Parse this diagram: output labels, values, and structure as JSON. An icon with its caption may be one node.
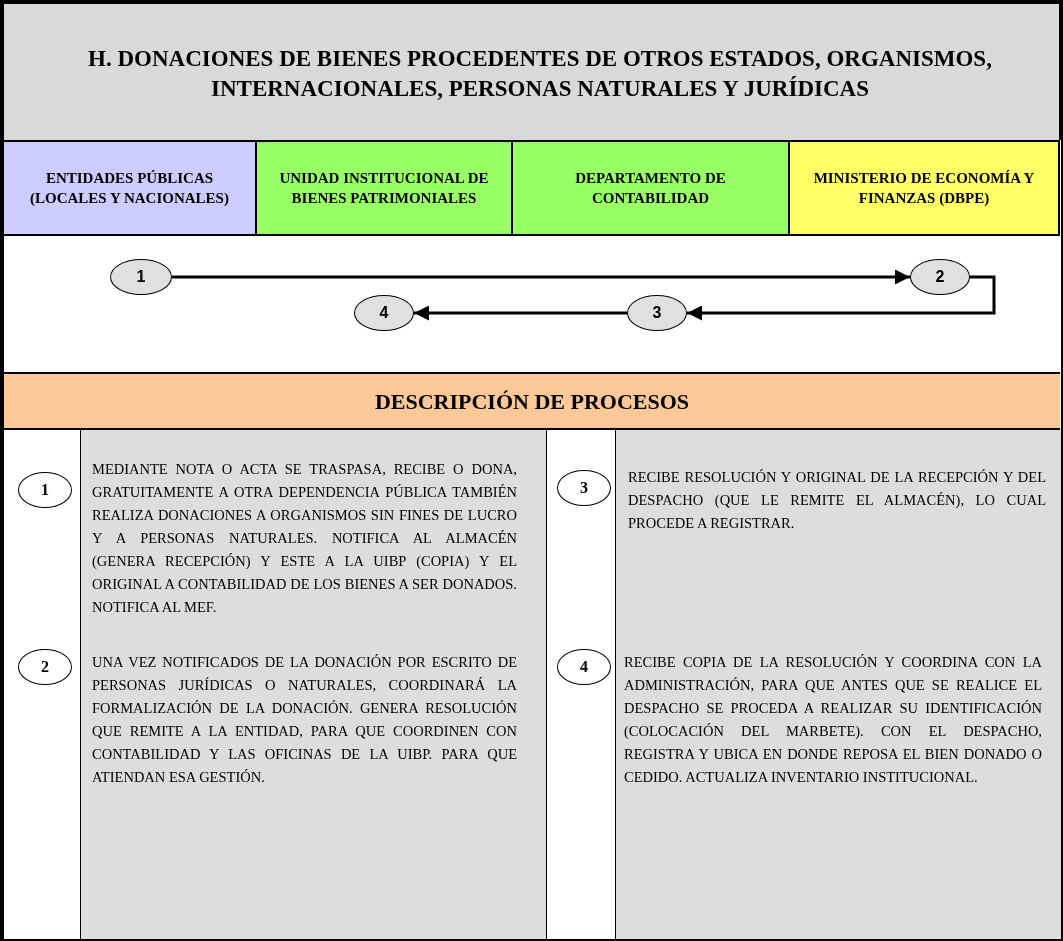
{
  "diagram": {
    "title": "H. DONACIONES DE  BIENES PROCEDENTES DE OTROS  ESTADOS, ORGANISMOS, INTERNACIONALES, PERSONAS  NATURALES  Y  JURÍDICAS",
    "nodes": [
      {
        "text": [
          "ENTIDADES PÚBLICAS (LOCALES Y NACIONALES)"
        ]
      },
      {
        "text": [
          "UNIDAD INSTITUCIONAL DE BIENES  PATRIMONIALES"
        ]
      },
      {
        "text": [
          "DEPARTAMENTO DE CONTABILIDAD"
        ]
      },
      {
        "text": [
          "MINISTERIO DE ECONOMÍA Y FINANZAS (DBPE)"
        ]
      },
      {
        "text": [
          "1"
        ]
      },
      {
        "text": [
          "2"
        ]
      },
      {
        "text": [
          "3"
        ]
      },
      {
        "text": [
          "4"
        ]
      },
      {
        "text": [
          "DESCRIPCIÓN DE PROCESOS"
        ]
      },
      {
        "text": [
          "1"
        ],
        "beside": [
          "MEDIANTE NOTA O ACTA SE TRASPASA, RECIBE  O DONA,  GRATUITAMENTE A OTRA DEPENDENCIA PÚBLICA TAMBIÉN  REALIZA DONACIONES A ORGANISMOS SIN FINES DE LUCRO Y A PERSONAS NATURALES. NOTIFICA AL  ALMACÉN (GENERA RECEPCIÓN) Y ESTE A LA UIBP (COPIA) Y EL ORIGINAL A CONTABILIDAD DE LOS BIENES A SER DONADOS.  NOTIFICA AL MEF."
        ]
      },
      {
        "text": [
          "2"
        ],
        "beside": [
          "UNA VEZ NOTIFICADOS DE LA DONACIÓN POR ESCRITO DE PERSONAS JURÍDICAS O NATURALES, COORDINARÁ LA FORMALIZACIÓN DE LA DONACIÓN. GENERA RESOLUCIÓN QUE REMITE A LA ENTIDAD, PARA QUE COORDINEN CON CONTABILIDAD Y LAS OFICINAS DE LA UIBP. PARA QUE ATIENDAN ESA GESTIÓN."
        ]
      },
      {
        "text": [
          "3"
        ],
        "beside": [
          "RECIBE  RESOLUCIÓN  Y ORIGINAL DE LA RECEPCIÓN Y DEL DESPACHO (QUE LE REMITE EL  ALMACÉN), LO CUAL  PROCEDE A REGISTRAR."
        ]
      },
      {
        "text": [
          "4"
        ],
        "beside": [
          "RECIBE COPIA DE LA RESOLUCIÓN Y COORDINA CON LA ADMINISTRACIÓN, PARA QUE ANTES QUE SE REALICE EL DESPACHO  SE PROCEDA A REALIZAR SU IDENTIFICACIÓN (COLOCACIÓN DEL MARBETE).  CON EL DESPACHO, REGISTRA Y UBICA EN DONDE REPOSA EL BIEN DONADO O CEDIDO.  ACTUALIZA  INVENTARIO INSTITUCIONAL."
        ]
      }
    ],
    "edges": [
      {
        "from": 4,
        "to": 5,
        "arrow": "to"
      },
      {
        "from": 5,
        "to": 6,
        "arrow": "to"
      },
      {
        "from": 6,
        "to": 7,
        "arrow": "to"
      }
    ]
  }
}
